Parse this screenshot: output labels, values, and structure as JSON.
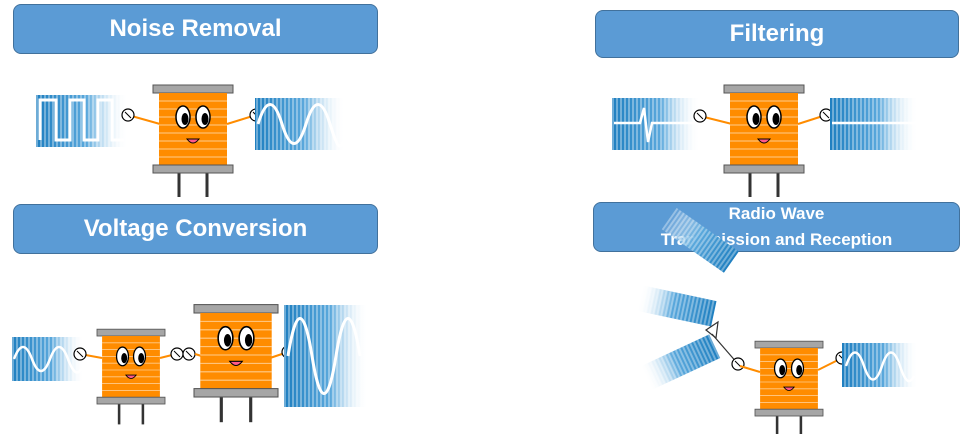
{
  "banners": {
    "noise_removal": "Noise Removal",
    "filtering": "Filtering",
    "voltage_conversion": "Voltage Conversion",
    "radio_wave_line1": "Radio Wave",
    "radio_wave_line2": "Transmission and Reception"
  },
  "colors": {
    "banner": "#5b9bd5",
    "coil": "#ff8c00",
    "cap": "#a6a6a6",
    "wave": "#1f7fc0"
  }
}
